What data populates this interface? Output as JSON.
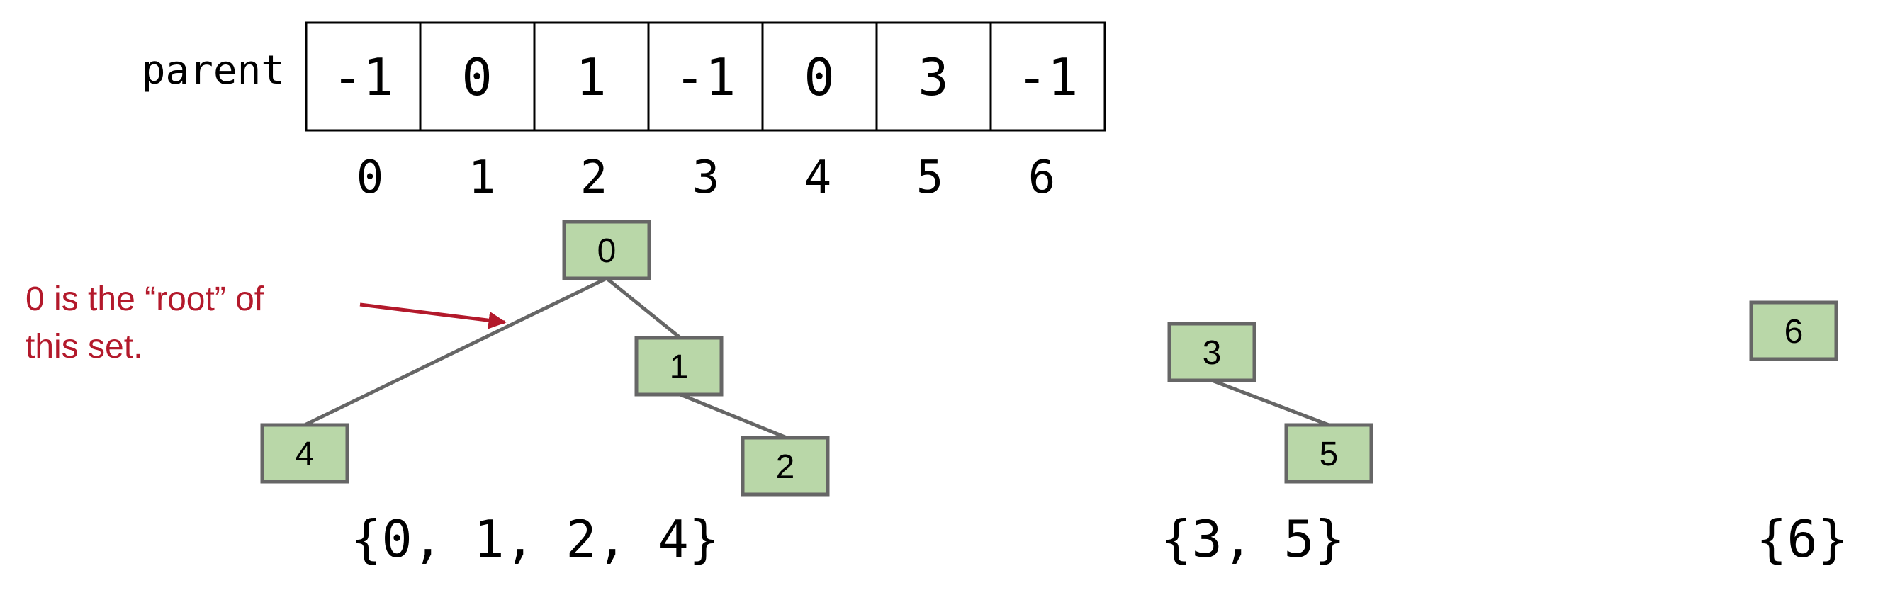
{
  "array": {
    "label": "parent",
    "values": [
      "-1",
      "0",
      "1",
      "-1",
      "0",
      "3",
      "-1"
    ],
    "indices": [
      "0",
      "1",
      "2",
      "3",
      "4",
      "5",
      "6"
    ]
  },
  "nodes": {
    "n0": "0",
    "n1": "1",
    "n2": "2",
    "n3": "3",
    "n4": "4",
    "n5": "5",
    "n6": "6"
  },
  "annotation": {
    "line1": "0 is the “root” of",
    "line2": "this set."
  },
  "sets": {
    "set_a": "{0, 1, 2, 4}",
    "set_b": "{3, 5}",
    "set_c": "{6}"
  },
  "colors": {
    "node_fill": "#b9d7a8",
    "node_stroke": "#666666",
    "edge": "#666666",
    "annotation": "#b3192b",
    "cell_stroke": "#000000"
  }
}
